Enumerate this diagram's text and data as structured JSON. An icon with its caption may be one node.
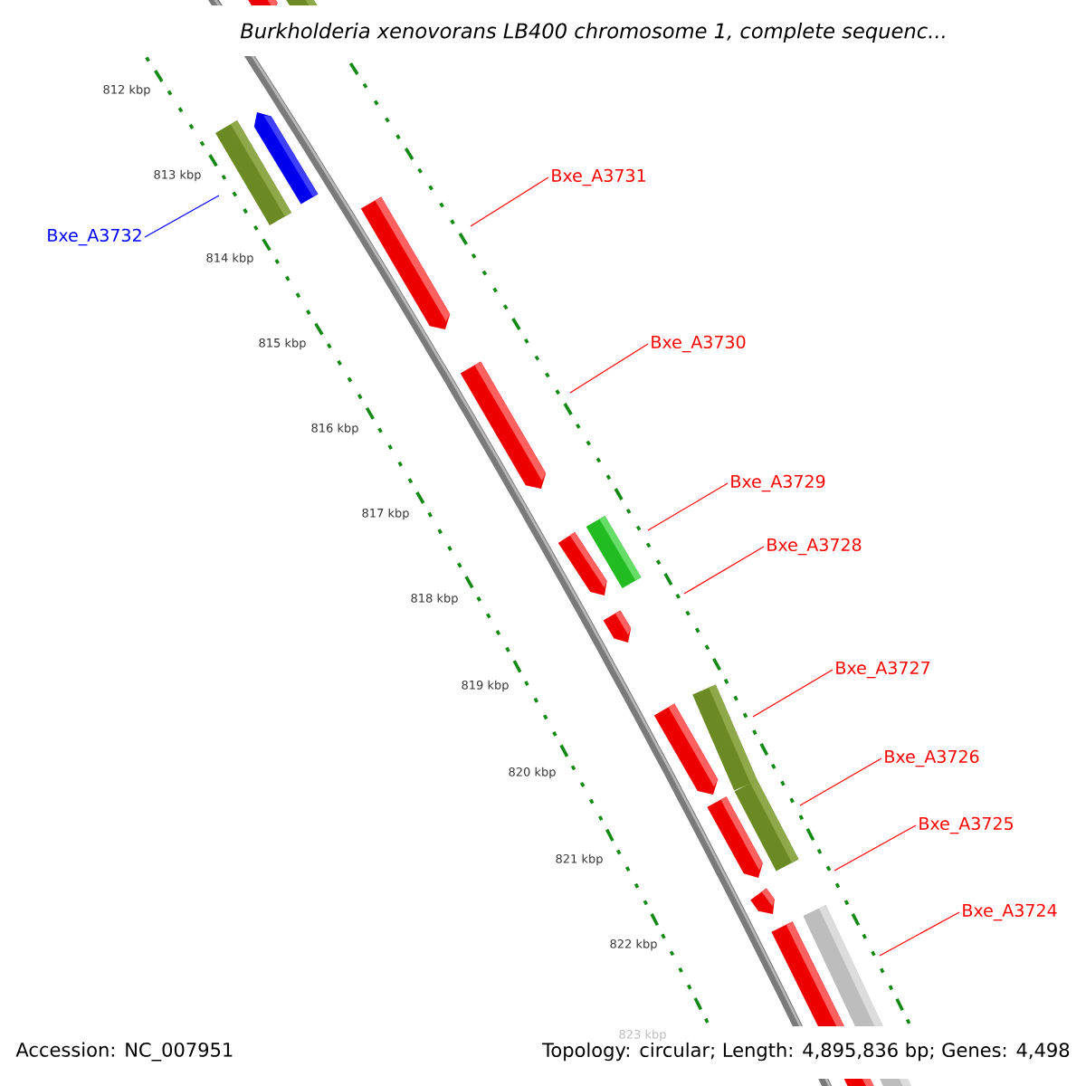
{
  "diagram": {
    "title": "Burkholderia xenovorans LB400 chromosome 1, complete sequenc...",
    "nodes": [
      {
        "text": [
          "Bxe_A3732"
        ]
      },
      {
        "text": [
          "Bxe_A3731"
        ]
      },
      {
        "text": [
          "Bxe_A3730"
        ]
      },
      {
        "text": [
          "Bxe_A3729"
        ]
      },
      {
        "text": [
          "Bxe_A3728"
        ]
      },
      {
        "text": [
          "Bxe_A3727"
        ]
      },
      {
        "text": [
          "Bxe_A3726"
        ]
      },
      {
        "text": [
          "Bxe_A3725"
        ]
      },
      {
        "text": [
          "Bxe_A3724"
        ]
      }
    ],
    "edges": [
      {
        "from": 0,
        "to": null,
        "arrow": "none",
        "color": "#0000ff"
      },
      {
        "from": 1,
        "to": null,
        "arrow": "none"
      },
      {
        "from": 2,
        "to": null,
        "arrow": "none"
      },
      {
        "from": 3,
        "to": null,
        "arrow": "none"
      },
      {
        "from": 4,
        "to": null,
        "arrow": "none"
      },
      {
        "from": 5,
        "to": null,
        "arrow": "none"
      },
      {
        "from": 6,
        "to": null,
        "arrow": "none"
      },
      {
        "from": 7,
        "to": null,
        "arrow": "none"
      },
      {
        "from": 8,
        "to": null,
        "arrow": "none"
      }
    ],
    "labels": [
      "812 kbp",
      "813 kbp",
      "814 kbp",
      "815 kbp",
      "816 kbp",
      "817 kbp",
      "818 kbp",
      "819 kbp",
      "820 kbp",
      "821 kbp",
      "822 kbp",
      "823 kbp",
      "Accession: NC_007951",
      "Topology: circular; Length: 4,895,836 bp; Genes: 4,498"
    ]
  }
}
